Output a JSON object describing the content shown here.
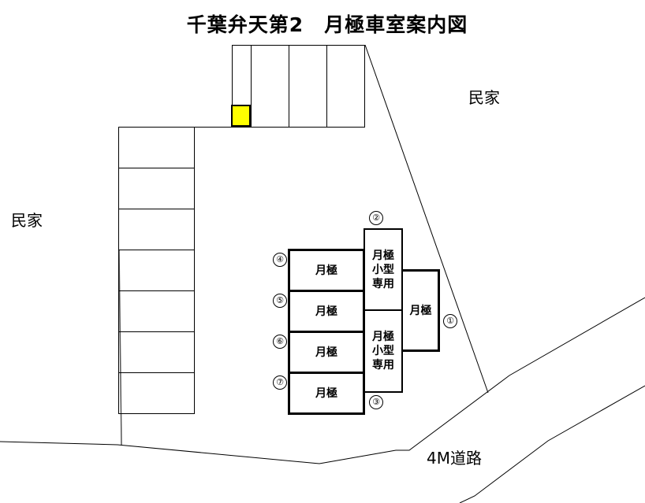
{
  "title": "千葉弁天第2　月極車室案内図",
  "labels": {
    "neighbor_right": "民家",
    "neighbor_left": "民家",
    "road": "4M道路"
  },
  "colors": {
    "highlight": "#ffff00",
    "line": "#000000"
  },
  "spaces": [
    {
      "number": "①",
      "label": "月極"
    },
    {
      "number": "②",
      "label": "月極\n小型\n専用"
    },
    {
      "number": "③",
      "label": "月極\n小型\n専用"
    },
    {
      "number": "④",
      "label": "月極"
    },
    {
      "number": "⑤",
      "label": "月極"
    },
    {
      "number": "⑥",
      "label": "月極"
    },
    {
      "number": "⑦",
      "label": "月極"
    }
  ]
}
